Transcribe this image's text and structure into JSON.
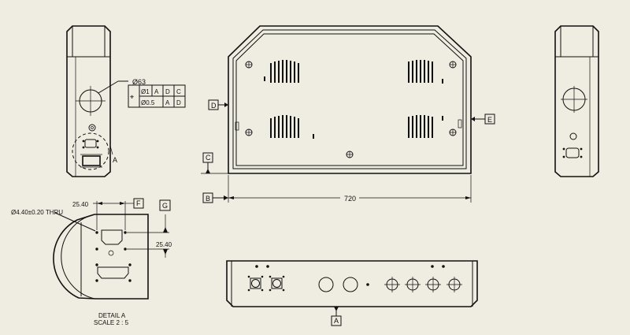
{
  "callouts": {
    "hole_dia": "Ø63",
    "fcf_row1": [
      "⌖",
      "Ø1",
      "A",
      "D",
      "C"
    ],
    "fcf_row2": [
      "Ø0.5",
      "A",
      "D"
    ],
    "thru_hole": "Ø4.40±0.20 THRU",
    "dim_h": "25.40",
    "dim_v": "25.40",
    "overall_width": "720"
  },
  "datums": {
    "A": "A",
    "B": "B",
    "C": "C",
    "D": "D",
    "E": "E",
    "F": "F",
    "G": "G",
    "detail_ref": "A"
  },
  "detail": {
    "title": "DETAIL A",
    "scale": "SCALE 2 : 5"
  }
}
